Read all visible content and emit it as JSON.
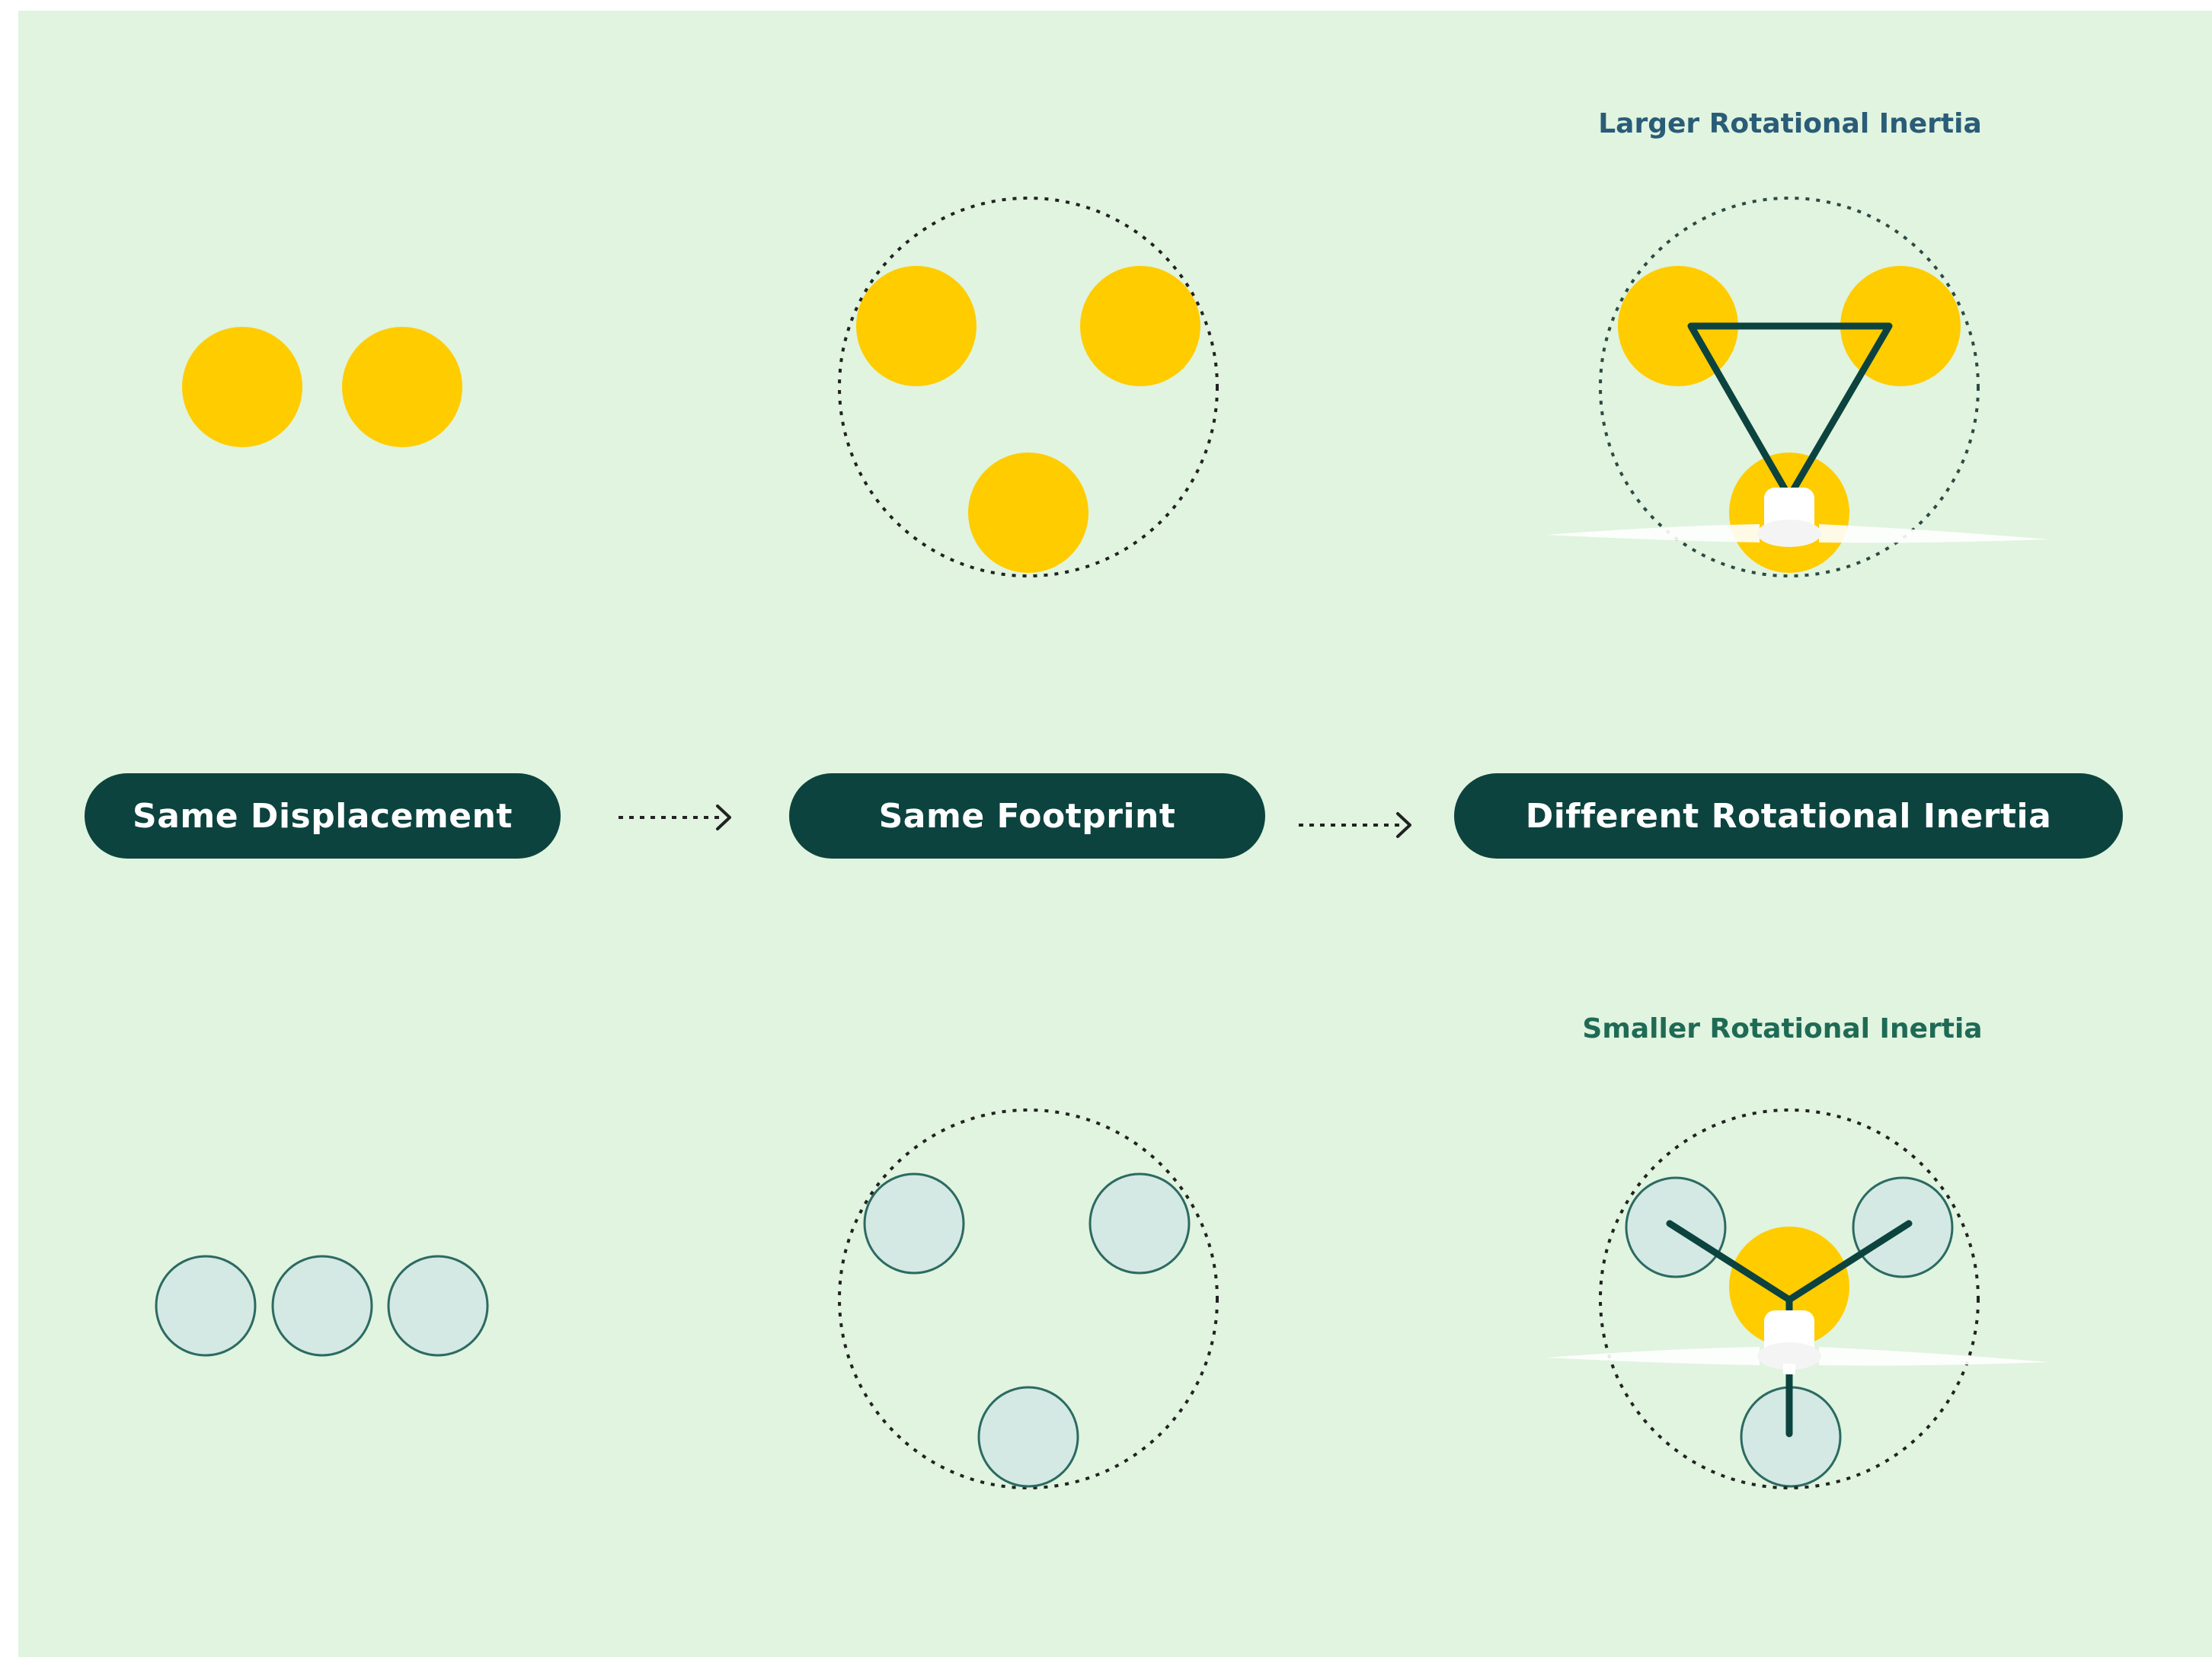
{
  "labels": {
    "same_displacement": "Same Displacement",
    "same_footprint": "Same Footprint",
    "different_inertia": "Different Rotational Inertia",
    "larger_inertia": "Larger Rotational Inertia",
    "smaller_inertia": "Smaller Rotational Inertia"
  },
  "colors": {
    "background": "#e0f4df",
    "pill": "#0c433f",
    "pill_text": "#ffffff",
    "yellow_float": "#ffcc00",
    "pale_float_fill": "#d4e9e3",
    "pale_float_stroke": "#2c6a62",
    "frame_line": "#0c433f",
    "dotted_circle": "#222222",
    "larger_caption": "#2a5c78",
    "smaller_caption": "#1f6a55"
  },
  "icons": {
    "arrow_1": "dotted-right-arrow-icon",
    "arrow_2": "dotted-right-arrow-icon",
    "turbine_top": "wind-turbine-icon",
    "turbine_bottom": "wind-turbine-icon"
  }
}
